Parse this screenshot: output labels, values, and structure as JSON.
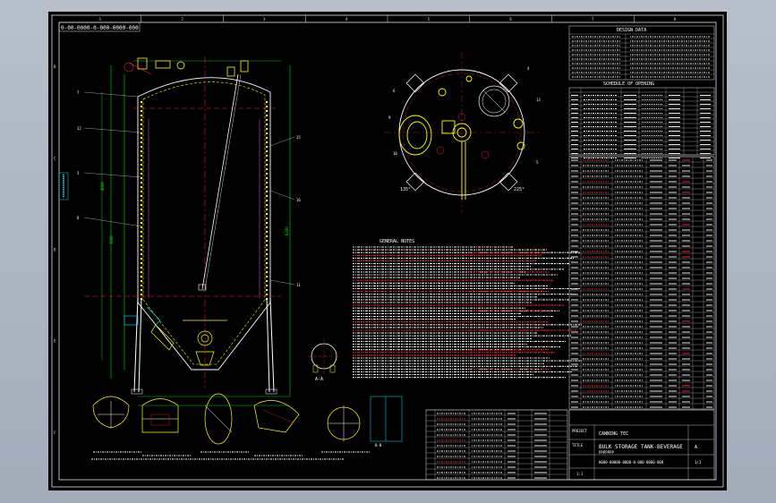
{
  "drawing": {
    "drawing_number_top": "0-00-0000-0-000-0000-000",
    "title_block": {
      "project_label": "PROJECT",
      "company": "CANNING TEC",
      "title_label": "TITLE",
      "title": "BULK STORAGE TANK-BEVERAGE",
      "subtitle": "PPPPPPP",
      "scale": "1:1",
      "drawing_no": "0000-00000-0000-0-000-0000-000",
      "rev": "A",
      "sheet": "1/1"
    },
    "design_data_title": "DESIGN DATA",
    "opening_schedule_title": "SCHEDULE OF OPENING",
    "general_notes_title": "GENERAL NOTES",
    "angle_label_left": "135°",
    "angle_label_right": "225°",
    "detail_label": "B-B",
    "section_label": "A-A"
  },
  "border_letters_left": [
    "B",
    "C",
    "D",
    "E",
    "F"
  ],
  "border_numbers_top": [
    "1",
    "2",
    "3",
    "4",
    "5",
    "6",
    "7",
    "8"
  ],
  "colors": {
    "sheet_bg": "#000000",
    "line_white": "#e8e8e8",
    "line_yellow": "#ffff00",
    "line_red": "#ff2020",
    "line_green": "#00ff00",
    "line_cyan": "#00e5ff",
    "line_magenta": "#ff40ff",
    "line_blue": "#6080ff"
  }
}
